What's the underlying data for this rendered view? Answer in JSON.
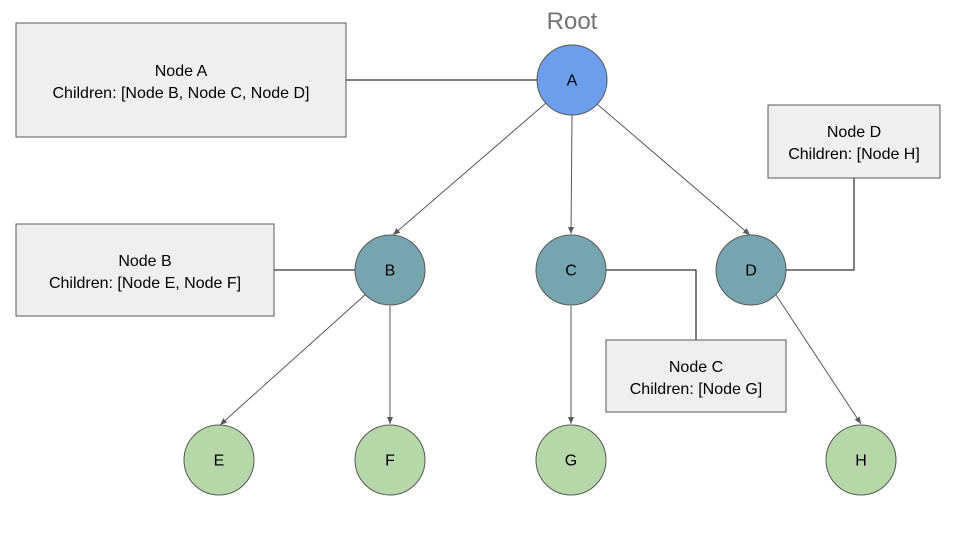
{
  "root_label": "Root",
  "colors": {
    "root": "#6d9eeb",
    "internal": "#76a5af",
    "leaf": "#b6d7a8"
  },
  "nodes": {
    "A": "A",
    "B": "B",
    "C": "C",
    "D": "D",
    "E": "E",
    "F": "F",
    "G": "G",
    "H": "H"
  },
  "boxes": {
    "a": {
      "title": "Node A",
      "children": "Children: [Node B, Node C, Node D]"
    },
    "b": {
      "title": "Node B",
      "children": "Children: [Node E, Node F]"
    },
    "c": {
      "title": "Node C",
      "children": "Children: [Node G]"
    },
    "d": {
      "title": "Node D",
      "children": "Children: [Node H]"
    }
  }
}
